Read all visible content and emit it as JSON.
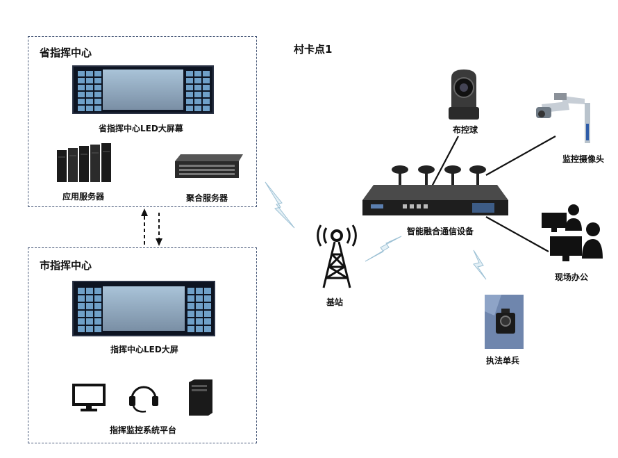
{
  "village_title": "村卡点1",
  "province": {
    "title": "省指挥中心",
    "screen_label": "省指挥中心LED大屏幕",
    "server1_label": "应用服务器",
    "server2_label": "聚合服务器"
  },
  "city": {
    "title": "市指挥中心",
    "screen_label": "指挥中心LED大屏",
    "platform_label": "指挥监控系统平台"
  },
  "nodes": {
    "base_station": "基站",
    "device": "智能融合通信设备",
    "ptz_camera": "布控球",
    "monitor_camera": "监控摄像头",
    "field_office": "现场办公",
    "officer": "执法单兵"
  },
  "icons": [
    "led-wall-icon",
    "server-rack-icon",
    "aggregation-server-icon",
    "monitor-icon",
    "headset-icon",
    "pc-tower-icon",
    "tower-icon",
    "ptz-dome-icon",
    "cctv-camera-icon",
    "workstation-icon",
    "body-camera-icon",
    "lightning-icon"
  ],
  "colors": {
    "border": "#4a5a7a",
    "lightning": "#cfe3ee",
    "line": "#111111"
  }
}
